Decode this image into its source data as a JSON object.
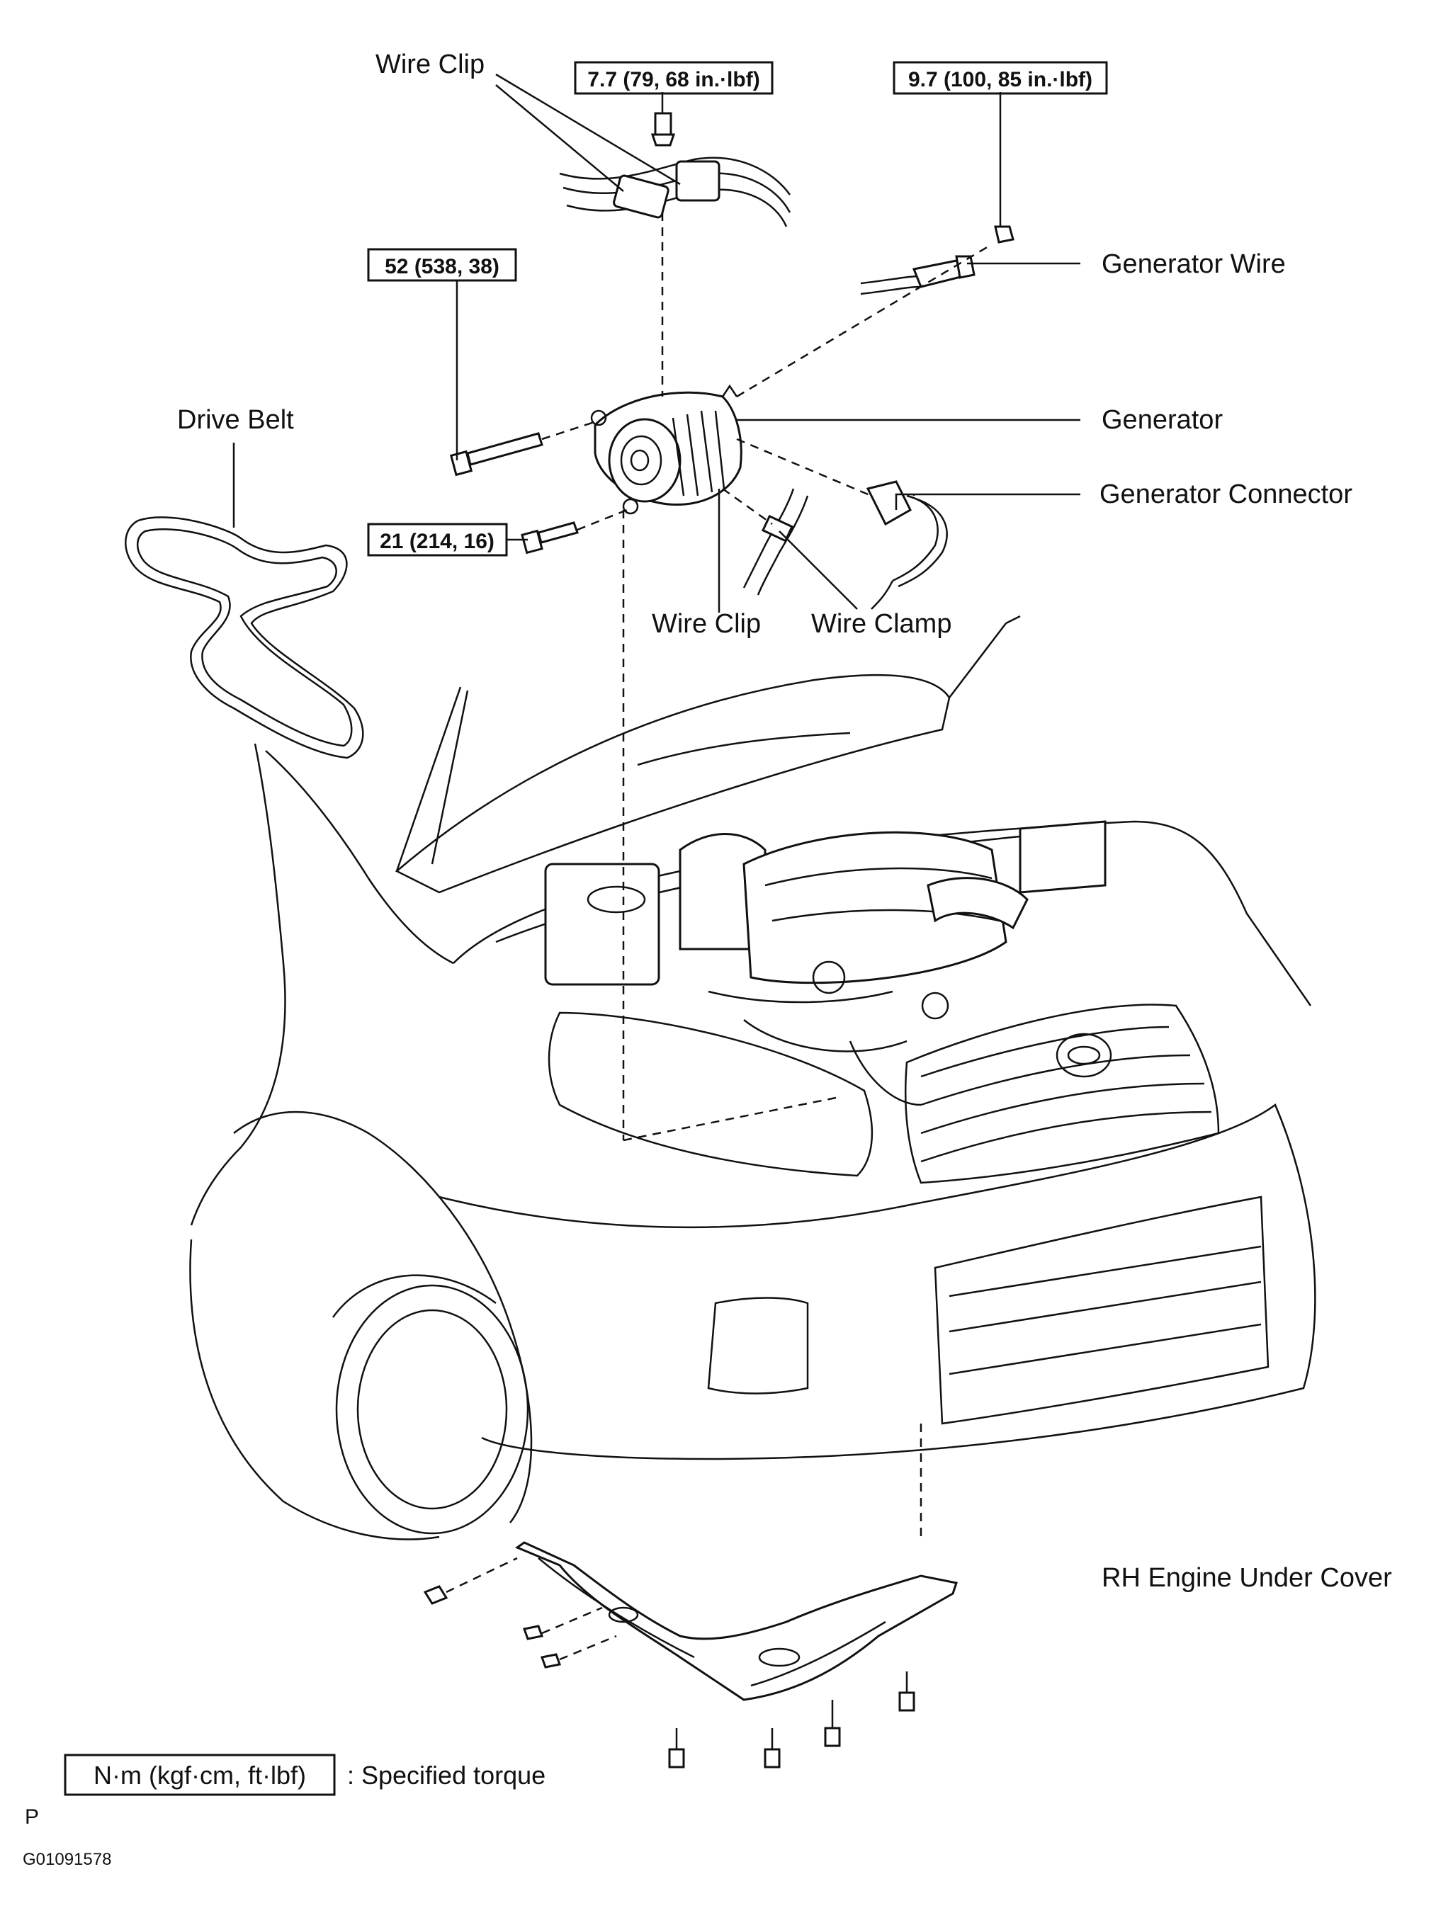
{
  "labels": {
    "wire_clip_top": "Wire Clip",
    "drive_belt": "Drive Belt",
    "generator_wire": "Generator Wire",
    "generator": "Generator",
    "generator_connector": "Generator Connector",
    "wire_clip_bottom": "Wire Clip",
    "wire_clamp": "Wire Clamp",
    "rh_engine_under_cover": "RH Engine Under Cover"
  },
  "torques": {
    "wire_clip_bolt": "7.7 (79, 68 in.·lbf)",
    "generator_wire_nut": "9.7 (100, 85 in.·lbf)",
    "generator_upper_bolt": "52 (538, 38)",
    "generator_lower_bolt": "21 (214, 16)"
  },
  "legend": {
    "unit_box": "N·m (kgf·cm, ft·lbf)",
    "meaning": ": Specified torque"
  },
  "footer": {
    "marker": "P",
    "figure_id": "G01091578"
  }
}
